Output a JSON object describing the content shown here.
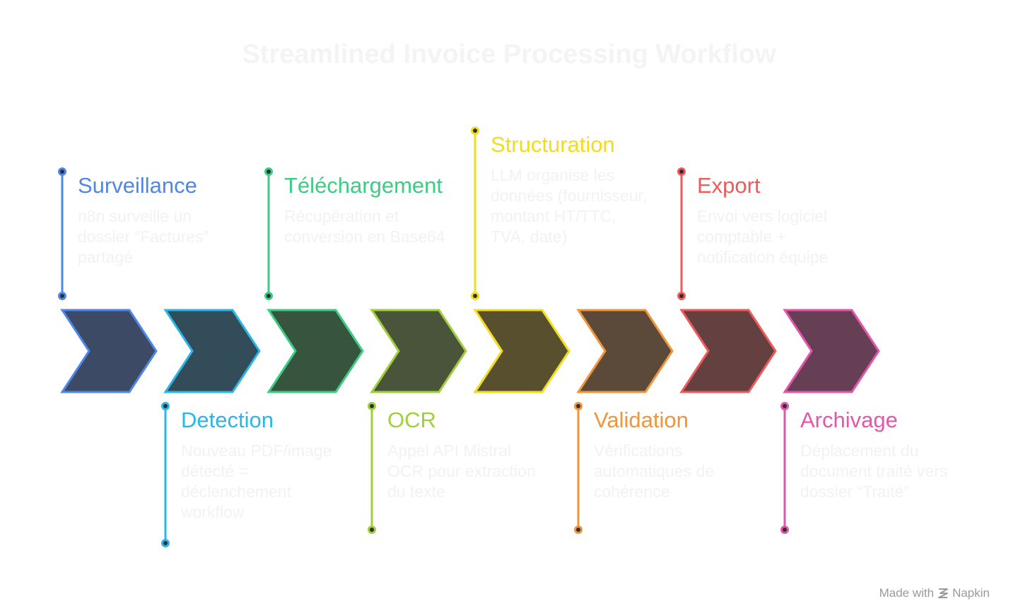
{
  "title": "Streamlined Invoice Processing Workflow",
  "steps": [
    {
      "title": "Surveillance",
      "desc": "n8n surveille un dossier “Factures” partagé",
      "accent": "#4f87e6",
      "fill": "#3c4a66",
      "position": "top"
    },
    {
      "title": "Detection",
      "desc": "Nouveau PDF/image détecté = déclenchement workflow",
      "accent": "#2bb6e8",
      "fill": "#334c5a",
      "position": "bottom"
    },
    {
      "title": "Téléchargement",
      "desc": "Récupération et conversion en Base64",
      "accent": "#3dcc83",
      "fill": "#37543f",
      "position": "top"
    },
    {
      "title": "OCR",
      "desc": "Appel API Mistral OCR pour extraction du texte",
      "accent": "#9fcf3b",
      "fill": "#4a543a",
      "position": "bottom"
    },
    {
      "title": "Structuration",
      "desc": "LLM organise les données (fournisseur, montant HT/TTC, TVA, date)",
      "accent": "#f1dd1a",
      "fill": "#574f2e",
      "position": "top"
    },
    {
      "title": "Validation",
      "desc": "Vérifications automatiques de cohérence",
      "accent": "#f0953a",
      "fill": "#5b4a39",
      "position": "bottom"
    },
    {
      "title": "Export",
      "desc": "Envoi vers logiciel comptable + notification équipe",
      "accent": "#ef5a5a",
      "fill": "#654040",
      "position": "top"
    },
    {
      "title": "Archivage",
      "desc": "Déplacement du document traité vers dossier “Traité”",
      "accent": "#e456aa",
      "fill": "#673f55",
      "position": "bottom"
    }
  ],
  "footer": {
    "prefix": "Made with",
    "brand": "Napkin"
  }
}
